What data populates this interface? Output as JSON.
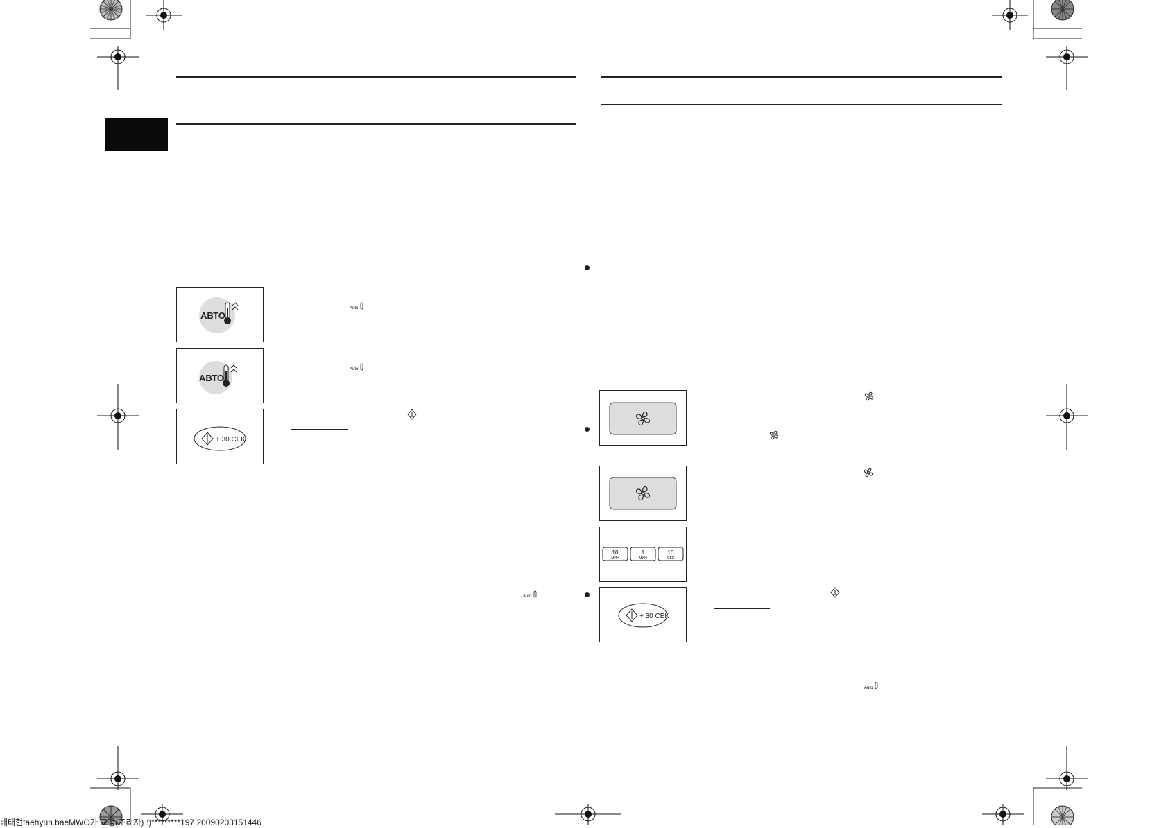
{
  "display": {
    "auto_label": "АВТО",
    "start_label": "+ 30 СЕК",
    "auto_icon_text": "Auto",
    "time_buttons": [
      {
        "value": "10",
        "unit": "МИН"
      },
      {
        "value": "1",
        "unit": "МИН"
      },
      {
        "value": "10",
        "unit": "СЕК"
      }
    ]
  },
  "footer": {
    "text": "배태현taehyun.baeMWO가 교정(조리자) :)*********197 20090203151446"
  },
  "icons": {
    "auto": "auto-thermometer-icon",
    "fan": "fan-icon",
    "start": "start-diamond-icon",
    "registration": "registration-mark-icon",
    "color_target": "color-target-icon"
  }
}
